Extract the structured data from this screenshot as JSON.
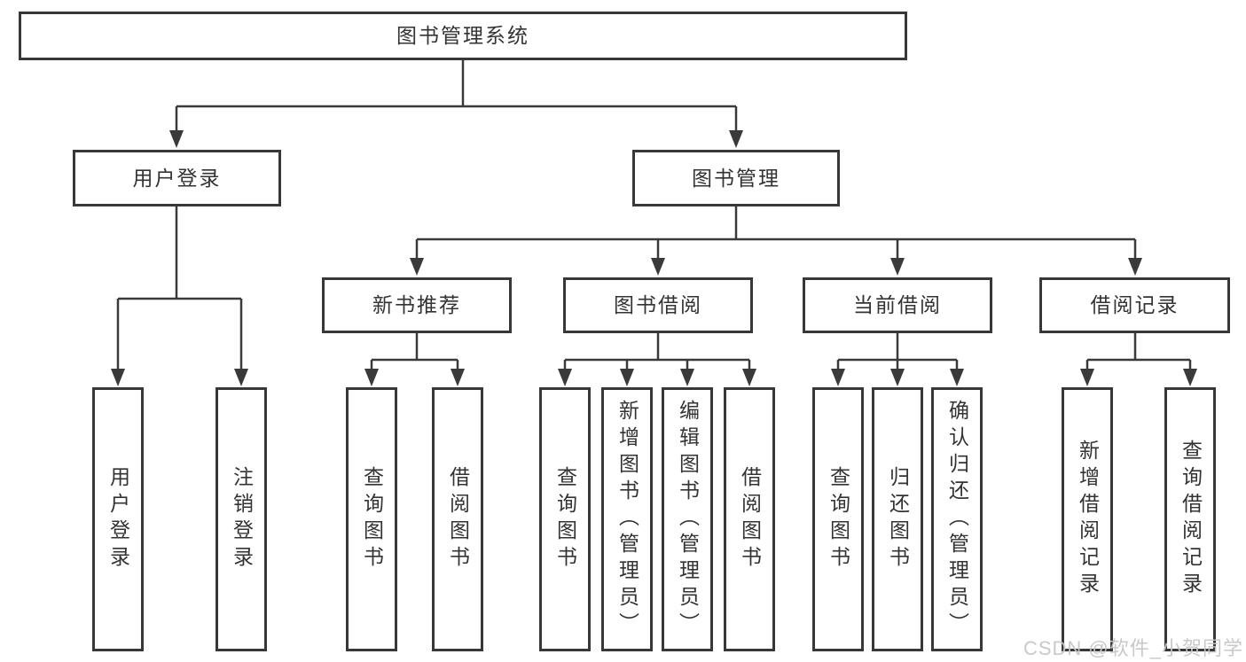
{
  "diagram_title": "图书管理系统",
  "colors": {
    "line": "#3a3a3a",
    "border": "#383838",
    "text": "#333333",
    "background": "#ffffff",
    "watermark": "#c6c6c6"
  },
  "tree": {
    "root": {
      "label": "图书管理系统"
    },
    "branches": [
      {
        "label": "用户登录",
        "children": [
          {
            "label": "用户登录"
          },
          {
            "label": "注销登录"
          }
        ]
      },
      {
        "label": "图书管理",
        "children": [
          {
            "label": "新书推荐",
            "children": [
              {
                "label": "查询图书"
              },
              {
                "label": "借阅图书"
              }
            ]
          },
          {
            "label": "图书借阅",
            "children": [
              {
                "label": "查询图书"
              },
              {
                "label": "新增图书（管理员）"
              },
              {
                "label": "编辑图书（管理员）"
              },
              {
                "label": "借阅图书"
              }
            ]
          },
          {
            "label": "当前借阅",
            "children": [
              {
                "label": "查询图书"
              },
              {
                "label": "归还图书"
              },
              {
                "label": "确认归还（管理员）"
              }
            ]
          },
          {
            "label": "借阅记录",
            "children": [
              {
                "label": "新增借阅记录"
              },
              {
                "label": "查询借阅记录"
              }
            ]
          }
        ]
      }
    ]
  },
  "watermark": "CSDN @软件_小贺同学"
}
